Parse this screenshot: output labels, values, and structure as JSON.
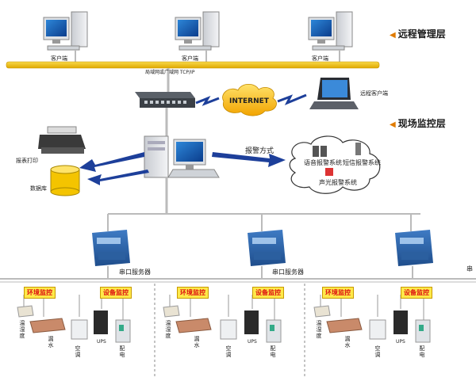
{
  "layers": {
    "remote": "远程管理层",
    "field": "现场监控层"
  },
  "clients": [
    "客户端",
    "客户端",
    "客户端"
  ],
  "bus_label": "局域网或广域网 TCP/IP",
  "internet": "INTERNET",
  "remote_client": "远程客户端",
  "print": "报表打印",
  "database": "数据库",
  "alarm_mode": "报警方式",
  "alarms": {
    "voice": "语音报警系统",
    "sms": "短信报警系统",
    "sound_light": "声光报警系统"
  },
  "serial_server": "串口服务器",
  "serial_server_cut": "串",
  "env_tag": "环境监控",
  "dev_tag": "设备监控",
  "temp_humidity": "温湿度",
  "leak": "漏水",
  "ac": "空调",
  "ups": "UPS",
  "power": "配电",
  "colors": {
    "bus": "#f2c200",
    "arrow": "#1d3f9a",
    "tag_bg": "#ffe94a",
    "tag_text": "#dd1111",
    "layer_arrow": "#e07b00"
  }
}
